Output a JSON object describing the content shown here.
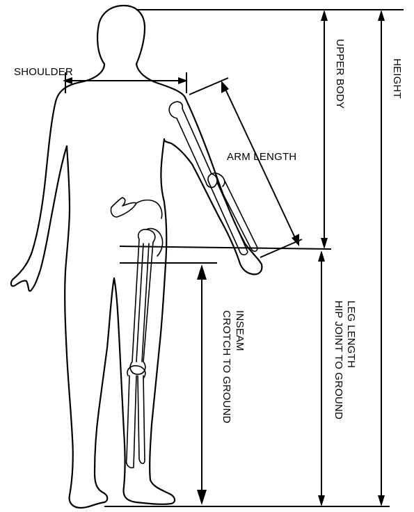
{
  "labels": {
    "shoulder": "SHOULDER",
    "arm_length": "ARM LENGTH",
    "upper_body": "UPPER BODY",
    "height": "HEIGHT",
    "inseam_line1": "INSEAM",
    "inseam_line2": "CROTCH TO GROUND",
    "leg_length_line1": "LEG LENGTH",
    "leg_length_line2": "HIP JOINT TO GROUND"
  },
  "colors": {
    "ink": "#000000",
    "background": "#ffffff"
  }
}
